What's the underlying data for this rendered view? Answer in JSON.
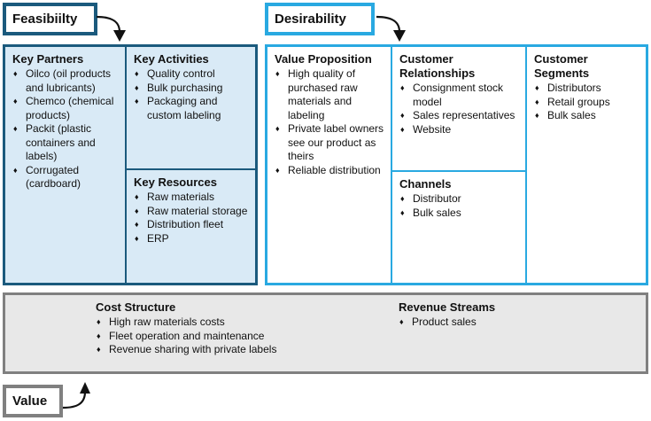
{
  "labels": {
    "feasibility": "Feasibiilty",
    "desirability": "Desirability",
    "value": "Value"
  },
  "icons": {
    "bullet": "♦",
    "feasibility_arrow": "curved-arrow-down",
    "desirability_arrow": "curved-arrow-down",
    "value_arrow": "curved-arrow-up"
  },
  "colors": {
    "feasibility_accent": "#1b5a7d",
    "desirability_accent": "#29a9e1",
    "feasibility_fill": "#d9eaf6",
    "value_border": "#808080",
    "value_fill": "#e8e8e8",
    "text": "#111111"
  },
  "feasibility_block": {
    "key_partners": {
      "title": "Key Partners",
      "items": [
        "Oilco (oil products and lubricants)",
        "Chemco (chemical products)",
        "Packit (plastic containers and labels)",
        "Corrugated (cardboard)"
      ]
    },
    "key_activities": {
      "title": "Key Activities",
      "items": [
        "Quality control",
        "Bulk purchasing",
        "Packaging and custom labeling"
      ]
    },
    "key_resources": {
      "title": "Key Resources",
      "items": [
        "Raw materials",
        "Raw material storage",
        "Distribution fleet",
        "ERP"
      ]
    }
  },
  "desirability_block": {
    "value_proposition": {
      "title": "Value Proposition",
      "items": [
        "High quality of purchased raw materials and labeling",
        "Private label owners see our product as theirs",
        "Reliable distribution"
      ]
    },
    "customer_relationships": {
      "title": "Customer Relationships",
      "items": [
        "Consignment stock model",
        "Sales representatives",
        "Website"
      ]
    },
    "channels": {
      "title": "Channels",
      "items": [
        "Distributor",
        "Bulk sales"
      ]
    },
    "customer_segments": {
      "title": "Customer Segments",
      "items": [
        "Distributors",
        "Retail groups",
        "Bulk sales"
      ]
    }
  },
  "value_block": {
    "cost_structure": {
      "title": "Cost Structure",
      "items": [
        "High raw materials costs",
        "Fleet operation and maintenance",
        "Revenue sharing with private labels"
      ]
    },
    "revenue_streams": {
      "title": "Revenue Streams",
      "items": [
        "Product sales"
      ]
    }
  }
}
